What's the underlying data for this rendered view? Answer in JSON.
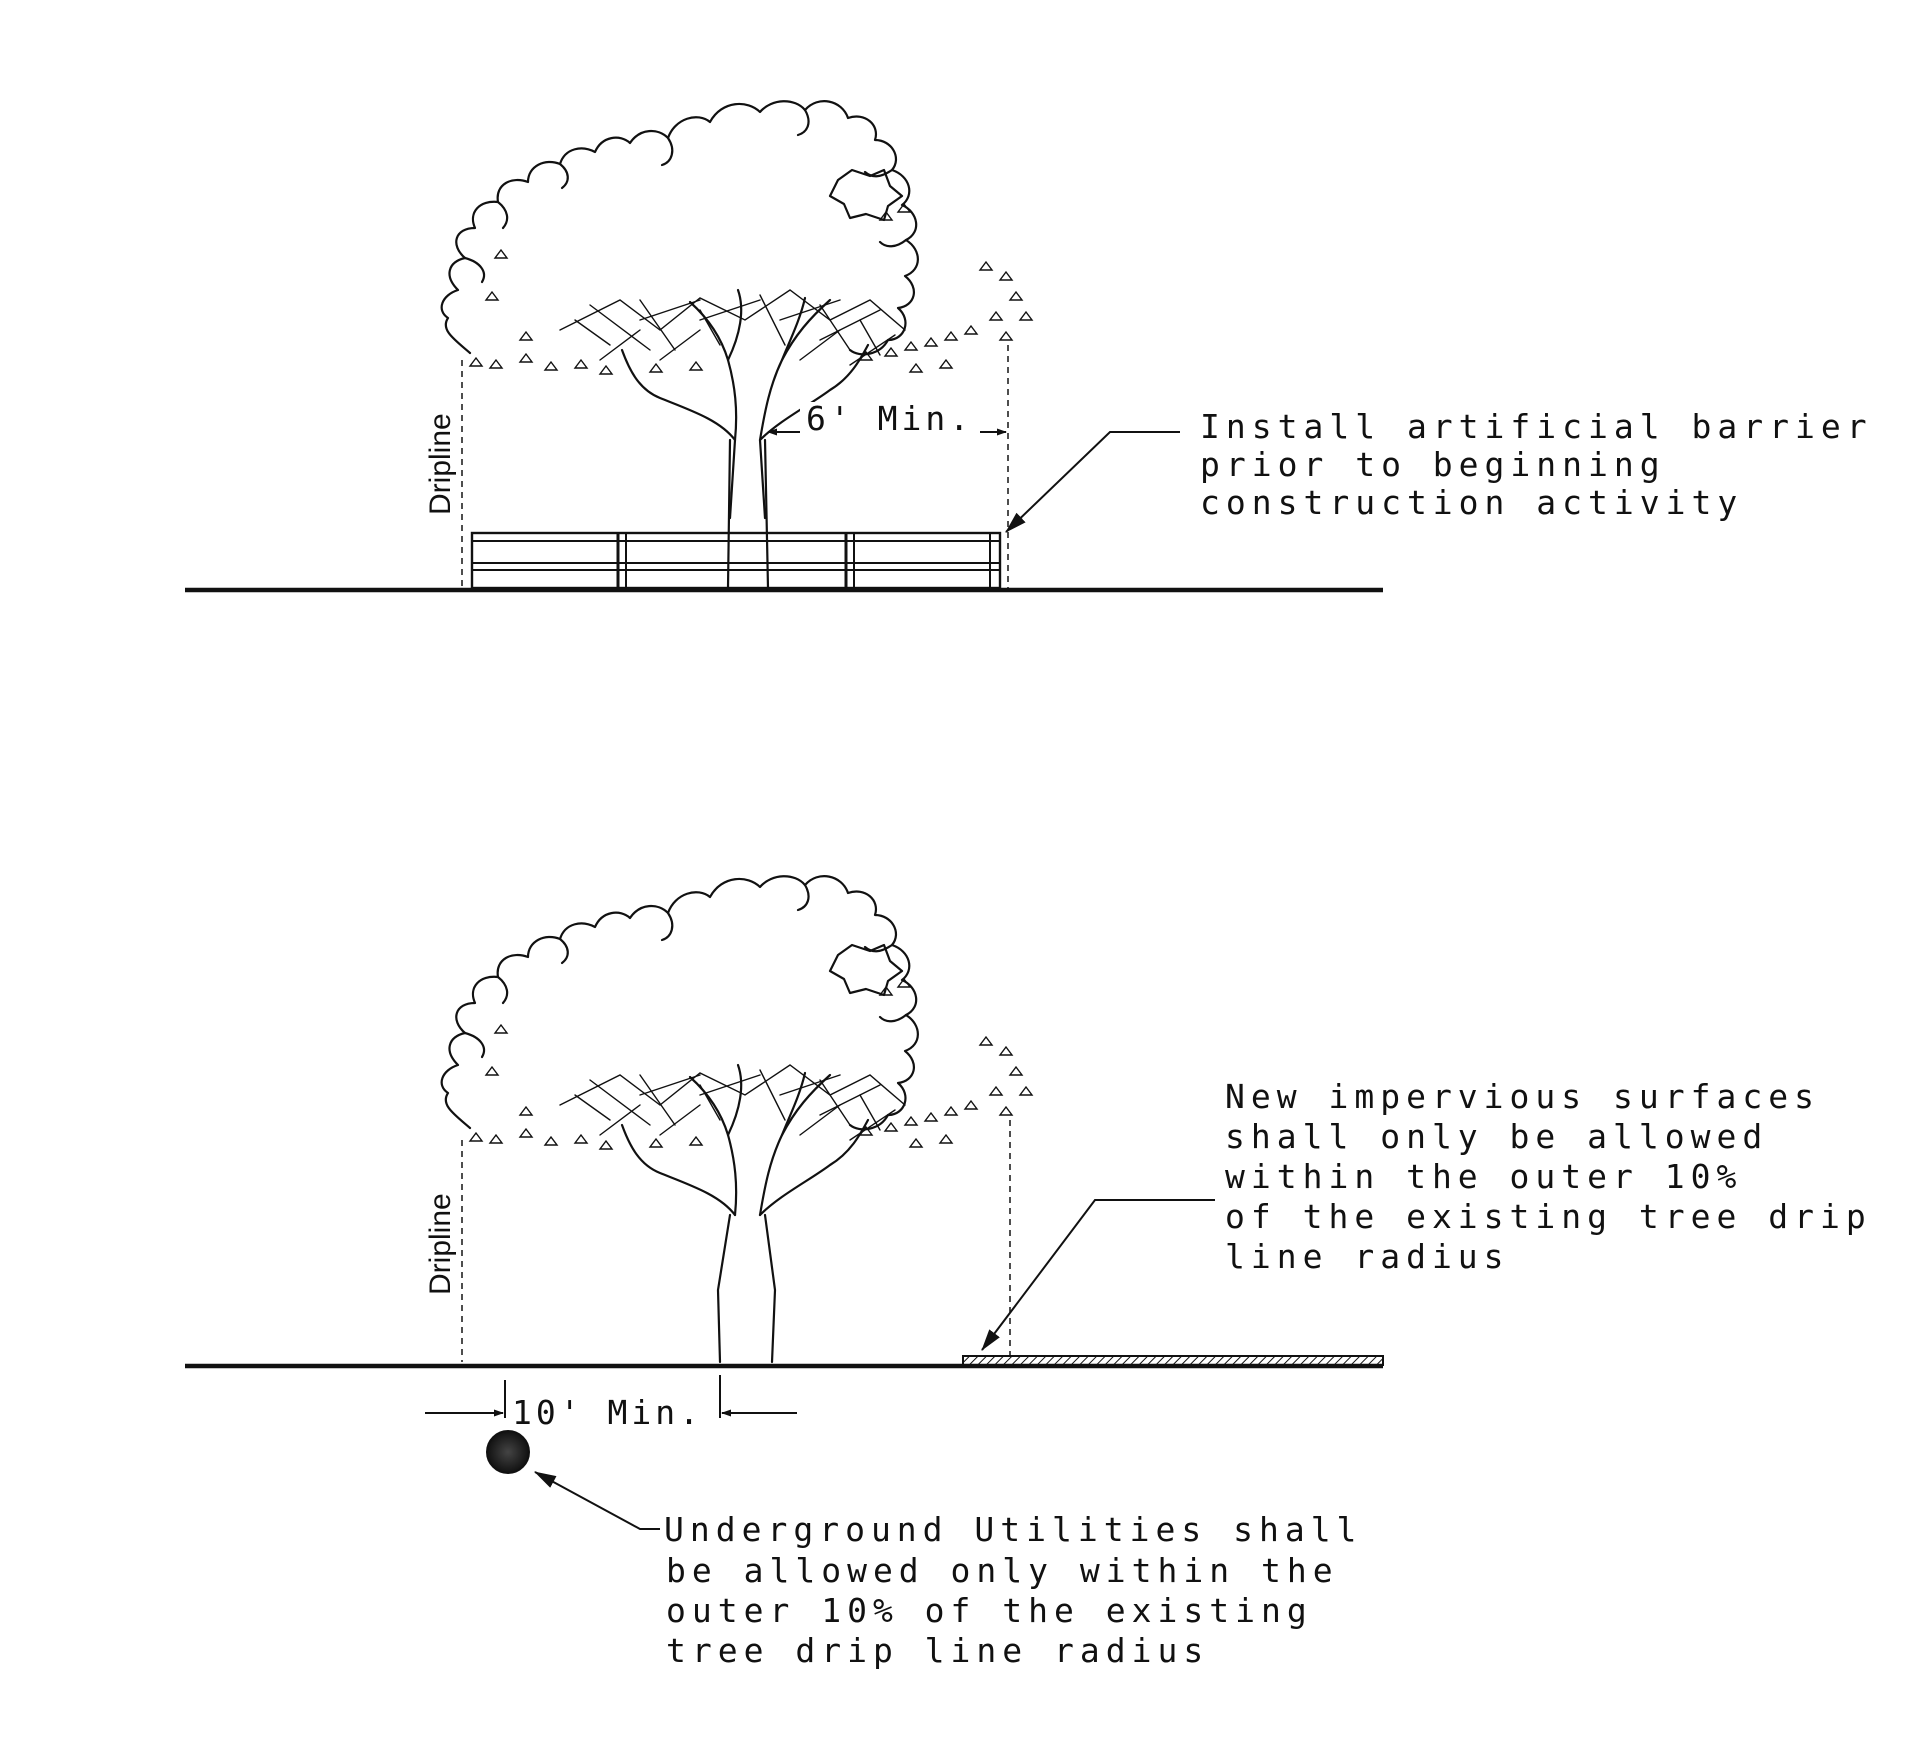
{
  "top_panel": {
    "dripline_label": "Dripline",
    "dimension_label": "6' Min.",
    "note_lines": [
      "Install artificial barrier",
      "prior to beginning",
      "construction activity"
    ]
  },
  "bottom_panel": {
    "dripline_label": "Dripline",
    "dimension_label": "10' Min.",
    "surface_note_lines": [
      "New impervious surfaces",
      "shall only be allowed",
      "within the outer 10%",
      "of the existing tree drip",
      "line radius"
    ],
    "utility_note_lines": [
      "Underground Utilities shall",
      "be allowed only within the",
      "outer 10% of the existing",
      "tree drip line radius"
    ]
  }
}
